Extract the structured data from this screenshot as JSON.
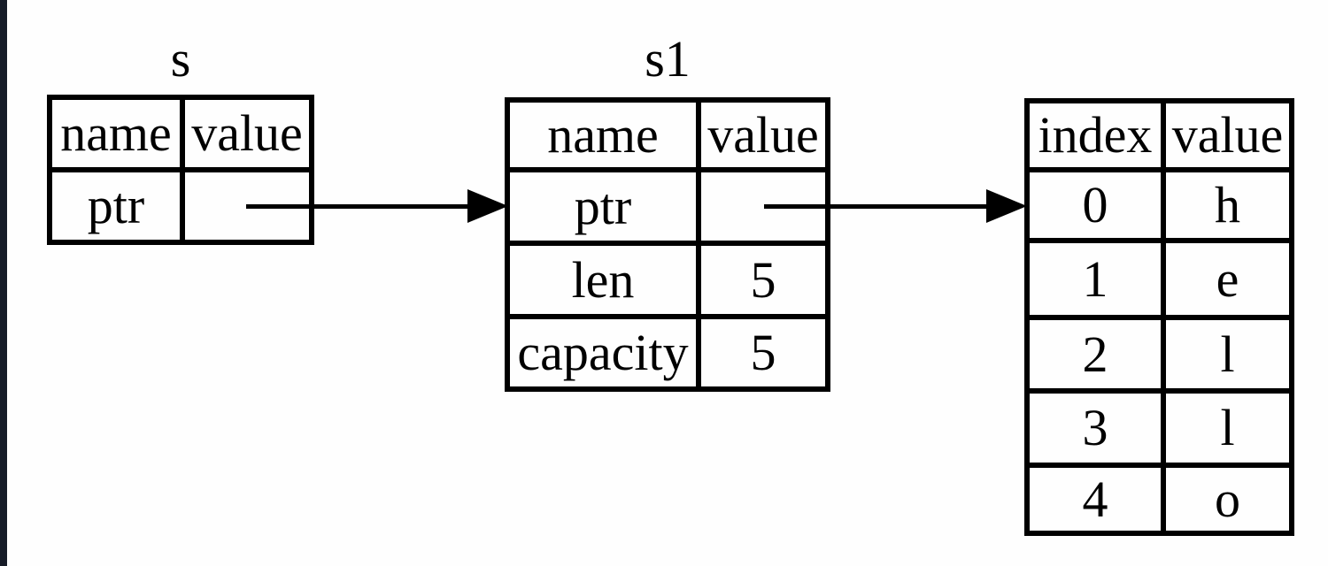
{
  "page": {
    "background_color": "#fefefe",
    "left_edge_strip_color": "#171c28",
    "line_color": "#000000",
    "text_color": "#000000"
  },
  "diagram": {
    "stack_table_s": {
      "title": "s",
      "columns": [
        "name",
        "value"
      ],
      "rows": [
        {
          "name": "ptr",
          "value": ""
        }
      ]
    },
    "stack_table_s1": {
      "title": "s1",
      "columns": [
        "name",
        "value"
      ],
      "rows": [
        {
          "name": "ptr",
          "value": ""
        },
        {
          "name": "len",
          "value": "5"
        },
        {
          "name": "capacity",
          "value": "5"
        }
      ]
    },
    "heap_table": {
      "columns": [
        "index",
        "value"
      ],
      "rows": [
        {
          "index": "0",
          "value": "h"
        },
        {
          "index": "1",
          "value": "e"
        },
        {
          "index": "2",
          "value": "l"
        },
        {
          "index": "3",
          "value": "l"
        },
        {
          "index": "4",
          "value": "o"
        }
      ]
    },
    "arrows": [
      {
        "from": "s.ptr.value",
        "to": "s1",
        "color": "#000000"
      },
      {
        "from": "s1.ptr.value",
        "to": "heap_table.row_0",
        "color": "#000000"
      }
    ]
  }
}
